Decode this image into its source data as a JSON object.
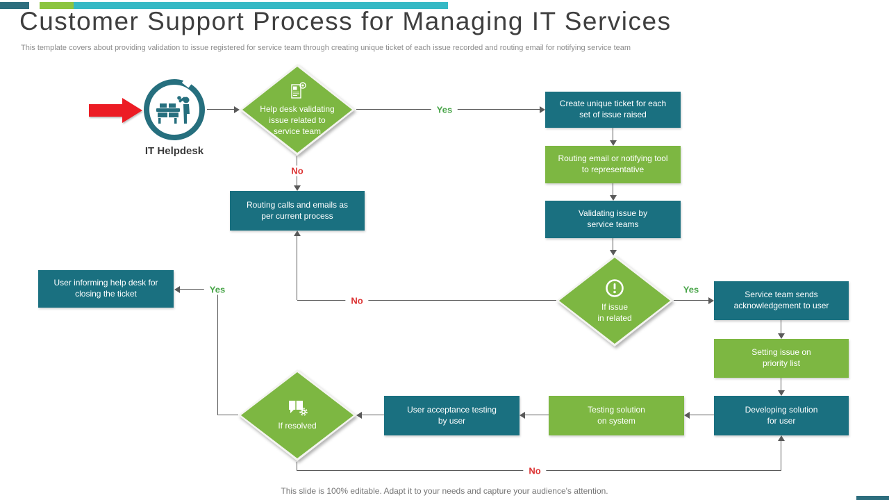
{
  "slide": {
    "title": "Customer Support Process for Managing IT Services",
    "subtitle": "This template covers about providing validation to issue registered for service team through creating unique ticket of each issue recorded and routing email for notifying service team",
    "footer": "This slide is 100% editable. Adapt it to your needs and capture your audience's attention."
  },
  "helpdesk": {
    "label": "IT Helpdesk"
  },
  "decisions": {
    "validating": {
      "label": "Help desk validating\nissue related to\nservice team",
      "icon": "document-badge-icon"
    },
    "issue_related": {
      "label": "If issue\nin related",
      "icon": "alert-circle-icon"
    },
    "resolved": {
      "label": "If resolved",
      "icon": "chat-gear-icon"
    }
  },
  "boxes": {
    "create_ticket": {
      "label": "Create unique ticket for each\nset of issue raised",
      "color": "teal"
    },
    "routing_email": {
      "label": "Routing email or notifying tool\nto representative",
      "color": "green"
    },
    "validating_issue": {
      "label": "Validating issue by\nservice teams",
      "color": "teal"
    },
    "routing_calls": {
      "label": "Routing calls and emails as\nper current process",
      "color": "teal"
    },
    "user_informing": {
      "label": "User informing help desk for\nclosing the ticket",
      "color": "teal"
    },
    "service_ack": {
      "label": "Service team sends\nacknowledgement to user",
      "color": "teal"
    },
    "priority_list": {
      "label": "Setting issue on\npriority list",
      "color": "green"
    },
    "developing_solution": {
      "label": "Developing  solution\nfor user",
      "color": "teal"
    },
    "testing_solution": {
      "label": "Testing solution\non system",
      "color": "green"
    },
    "acceptance_testing": {
      "label": "User acceptance testing\nby user",
      "color": "teal"
    }
  },
  "edge_labels": {
    "yes_ticket": "Yes",
    "yes_ack": "Yes",
    "yes_closing": "Yes",
    "no_routing": "No",
    "no_related": "No",
    "no_resolved": "No"
  },
  "colors": {
    "teal-box": "#1A7080",
    "green-box": "#7DB742",
    "bar-teal": "#36B9C5",
    "bar-dark": "#2D6E7E",
    "bar-green": "#8CC540",
    "icon-teal": "#266F7E",
    "arrow-red": "#EC1C24",
    "yes-green": "#47A447",
    "no-red": "#DC3232",
    "line-gray": "#595959"
  }
}
